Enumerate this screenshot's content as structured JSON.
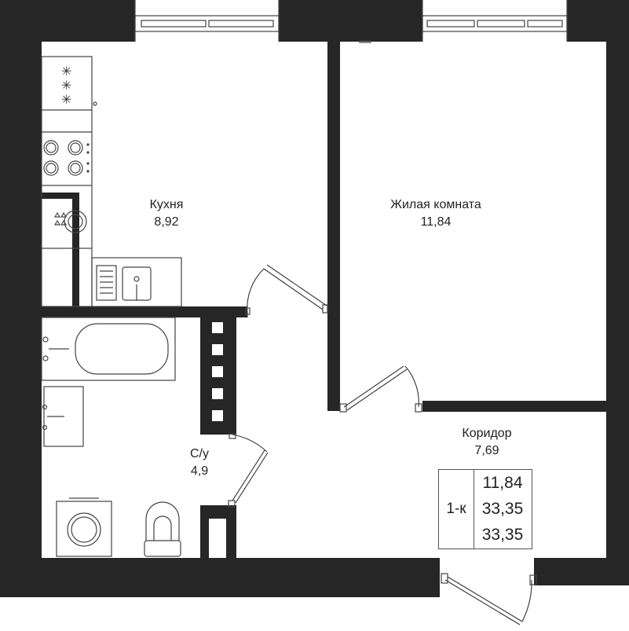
{
  "rooms": {
    "kitchen": {
      "name": "Кухня",
      "area": "8,92"
    },
    "living": {
      "name": "Жилая комната",
      "area": "11,84"
    },
    "corridor": {
      "name": "Коридор",
      "area": "7,69"
    },
    "bathroom": {
      "name": "С/у",
      "area": "4,9"
    }
  },
  "summary": {
    "type": "1-к",
    "living_area": "11,84",
    "total_area": "33,35",
    "total_area_2": "33,35"
  },
  "colors": {
    "wall": "#262626",
    "background": "#ffffff",
    "line": "#444444"
  }
}
